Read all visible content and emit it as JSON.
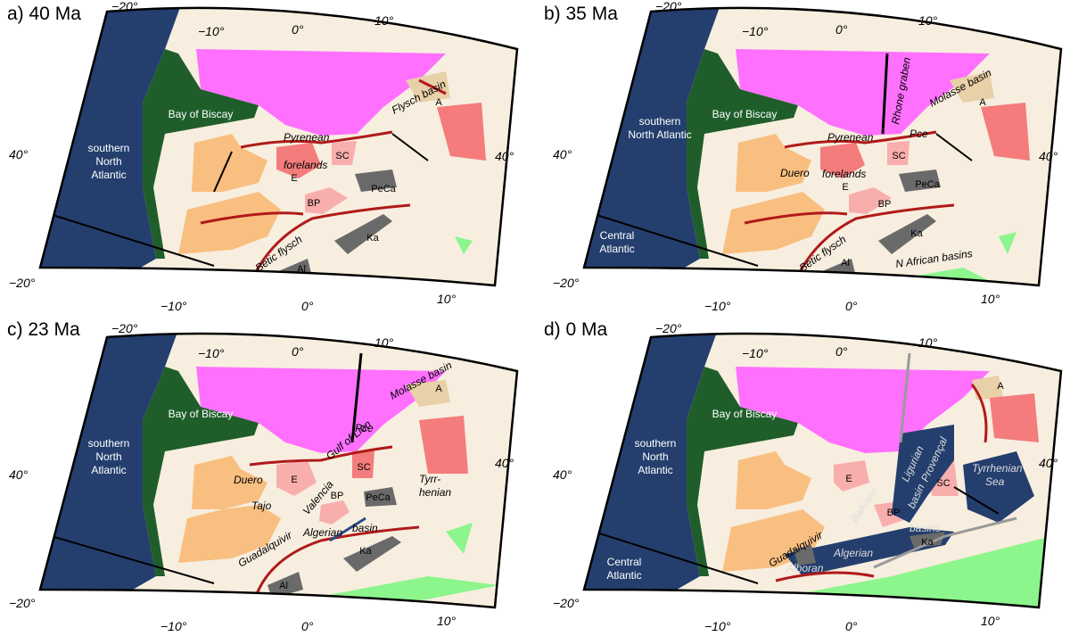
{
  "colors": {
    "ocean": "#243f6e",
    "land": "#f7eedf",
    "shelf": "#1f5e2a",
    "europe": "#ff70ff",
    "iberia": "#f9bf80",
    "massif": "#f47c7c",
    "massif_light": "#f9aeae",
    "exotic": "#6a6a6a",
    "africa": "#8cf58c",
    "thrust": "#b01a1a",
    "apulia": "#e8d0a8"
  },
  "panels": [
    {
      "id": "a",
      "title": "a) 40 Ma",
      "ticks": {
        "top_lon": [
          "−20°",
          "−10°",
          "0°",
          "10°"
        ],
        "bottom_lon": [
          "−10°",
          "0°",
          "10°"
        ],
        "left_lat": [
          "40°",
          "−20°"
        ],
        "right_lat": [
          "40°"
        ]
      },
      "labels": [
        "Bay of Biscay",
        "southern",
        "North",
        "Atlantic",
        "Pyrenean",
        "forelands",
        "Flysch basin",
        "A",
        "SC",
        "E",
        "PeCa",
        "BP",
        "Ka",
        "Al",
        "Betic flysch"
      ]
    },
    {
      "id": "b",
      "title": "b) 35 Ma",
      "ticks": {
        "top_lon": [
          "−20°",
          "−10°",
          "0°",
          "10°"
        ],
        "bottom_lon": [
          "−10°",
          "0°",
          "10°"
        ],
        "left_lat": [
          "40°",
          "−20°"
        ],
        "right_lat": [
          "40°"
        ]
      },
      "labels": [
        "Bay of Biscay",
        "southern",
        "North Atlantic",
        "Central",
        "Atlantic",
        "Pyrenean",
        "Rhone graben",
        "Molasse basin",
        "A",
        "Pce",
        "Duero",
        "forelands",
        "SC",
        "E",
        "PeCa",
        "BP",
        "Ka",
        "Al",
        "Betic flysch",
        "N African basins"
      ]
    },
    {
      "id": "c",
      "title": "c) 23 Ma",
      "ticks": {
        "top_lon": [
          "−20°",
          "−10°",
          "0°",
          "10°"
        ],
        "bottom_lon": [
          "−10°",
          "0°",
          "10°"
        ],
        "left_lat": [
          "40°",
          "−20°"
        ],
        "right_lat": [
          "40°"
        ]
      },
      "labels": [
        "Bay of Biscay",
        "southern",
        "North",
        "Atlantic",
        "Molasse basin",
        "A",
        "Pce",
        "Gulf of Lion",
        "Duero",
        "Tajo",
        "Valencia",
        "SC",
        "E",
        "PeCa",
        "BP",
        "Tyrr-",
        "henian",
        "Algerian",
        "basin",
        "Guadalquivir",
        "Ka",
        "Al"
      ]
    },
    {
      "id": "d",
      "title": "d) 0 Ma",
      "ticks": {
        "top_lon": [
          "−20°",
          "−10°",
          "0°",
          "10°"
        ],
        "bottom_lon": [
          "−10°",
          "0°",
          "10°"
        ],
        "left_lat": [
          "40°",
          "−20°"
        ],
        "right_lat": [
          "40°"
        ]
      },
      "labels": [
        "Bay of Biscay",
        "southern",
        "North",
        "Atlantic",
        "Central",
        "Atlantic",
        "A",
        "E",
        "Ligurian",
        "Provençal",
        "basin",
        "Tyrrhenian",
        "Sea",
        "SC",
        "Balearic",
        "BP",
        "Guadalquivir",
        "Alboran",
        "Algerian",
        "basins",
        "Ka"
      ]
    }
  ]
}
